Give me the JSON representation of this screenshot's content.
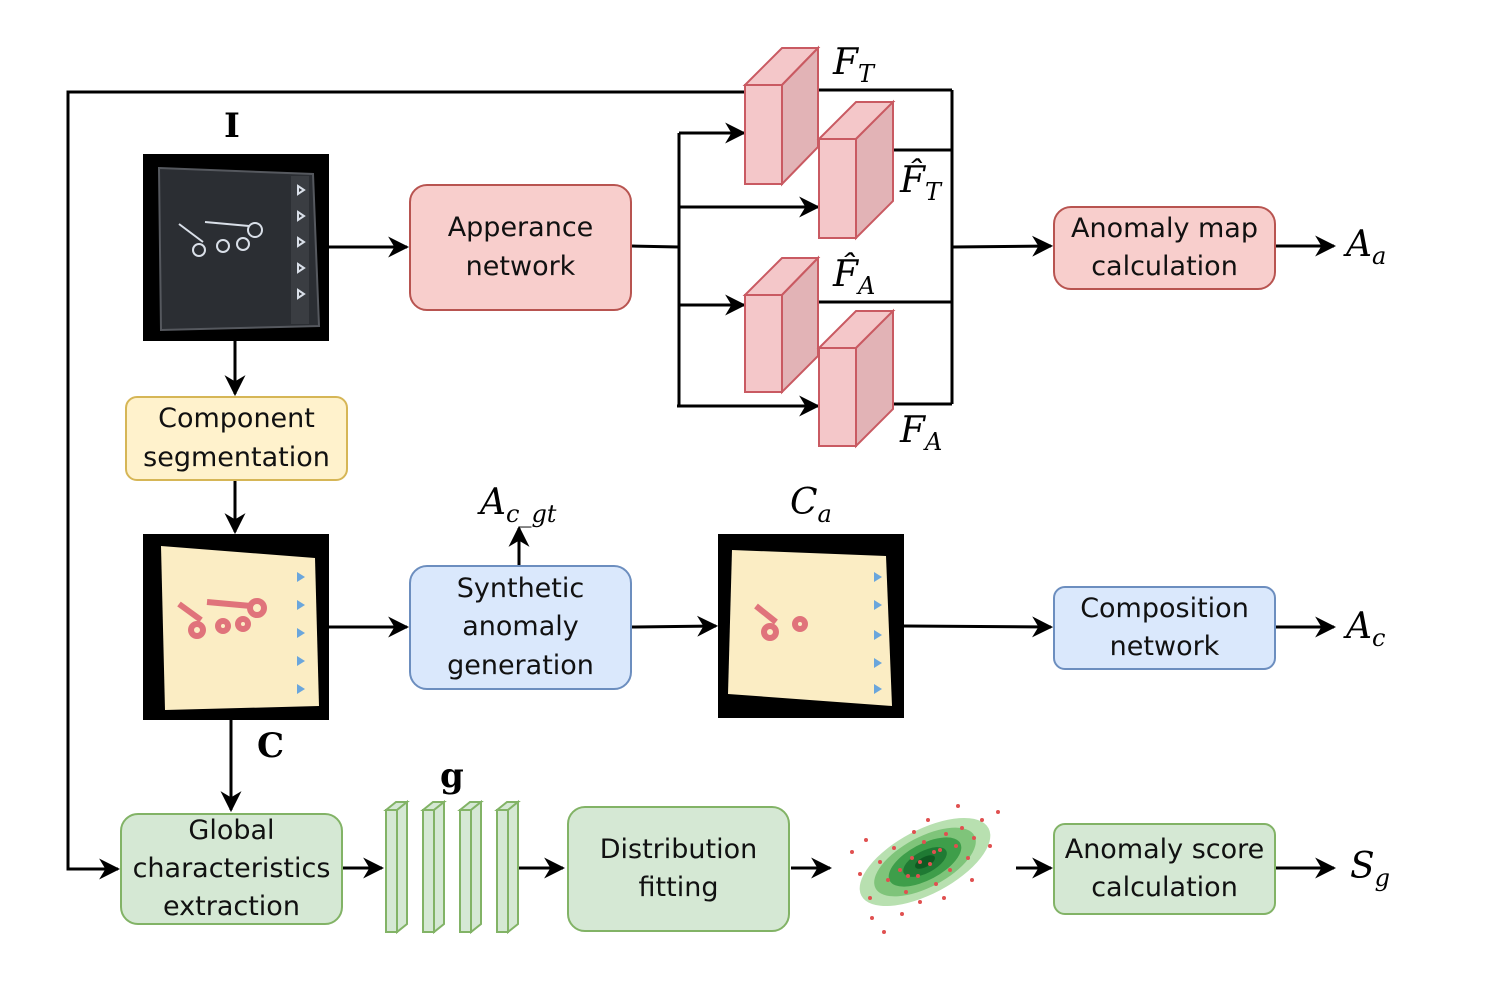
{
  "colors": {
    "red_fill": "#f8cecc",
    "red_stroke": "#b85450",
    "blue_fill": "#dae8fc",
    "blue_stroke": "#6c8ebf",
    "green_fill": "#d5e8d4",
    "green_stroke": "#82b366",
    "yellow_fill": "#fff2cc",
    "yellow_stroke": "#d6b656",
    "cube_front": "#f4c7c9",
    "cube_side": "#e2b3b6",
    "cube_stroke": "#c95a62"
  },
  "inputs": {
    "image_label": "I",
    "components_label": "C",
    "features_label": "g"
  },
  "appearance_branch": {
    "network": "Apperance network",
    "feat_teacher": "F",
    "feat_teacher_sub": "T",
    "feat_teacher_hat": "F̂",
    "feat_teacher_hat_sub": "T",
    "feat_ae_hat": "F̂",
    "feat_ae_hat_sub": "A",
    "feat_ae": "F",
    "feat_ae_sub": "A",
    "map_calc": "Anomaly map calculation",
    "output": "A",
    "output_sub": "a"
  },
  "segmentation": {
    "label": "Component segmentation"
  },
  "composition_branch": {
    "synthetic": "Synthetic anomaly generation",
    "gt_output": "A",
    "gt_output_sub": "c_gt",
    "synthetic_image": "C",
    "synthetic_image_sub": "a",
    "network": "Composition network",
    "output": "A",
    "output_sub": "c"
  },
  "global_branch": {
    "extraction": "Global characteristics extraction",
    "fitting": "Distribution fitting",
    "score_calc": "Anomaly score calculation",
    "output": "S",
    "output_sub": "g"
  }
}
